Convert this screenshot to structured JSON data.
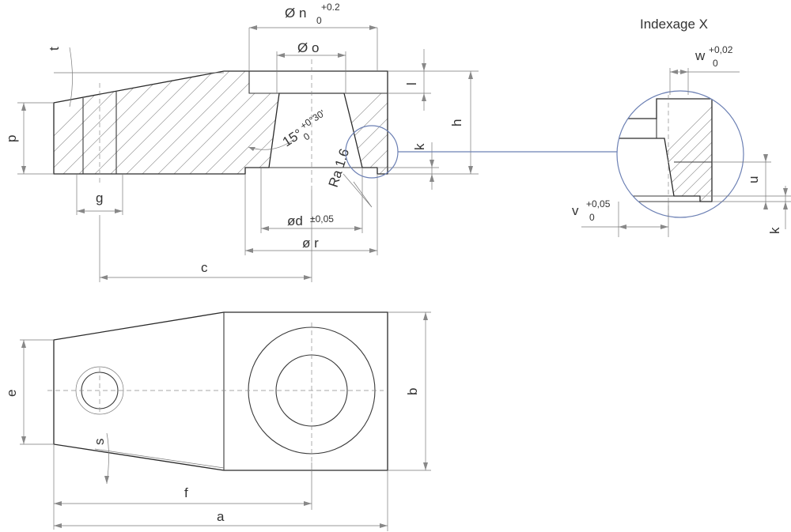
{
  "title": "Indexage X",
  "dimensions": {
    "n": "Ø n",
    "n_tol_upper": "+0.2",
    "n_tol_lower": "0",
    "o": "Ø o",
    "t": "t",
    "p": "p",
    "l": "l",
    "h": "h",
    "k": "k",
    "g": "g",
    "c": "c",
    "d": "ød",
    "d_tol": "±0,05",
    "r": "ø r",
    "angle": "15°",
    "angle_tol_upper": "+0°30'",
    "angle_tol_lower": "0",
    "roughness": "Ra 1.6",
    "e": "e",
    "b": "b",
    "s": "s",
    "f": "f",
    "a": "a"
  },
  "detail": {
    "w": "w",
    "w_tol_upper": "+0,02",
    "w_tol_lower": "0",
    "v": "v",
    "v_tol_upper": "+0,05",
    "v_tol_lower": "0",
    "u": "u",
    "k": "k"
  }
}
